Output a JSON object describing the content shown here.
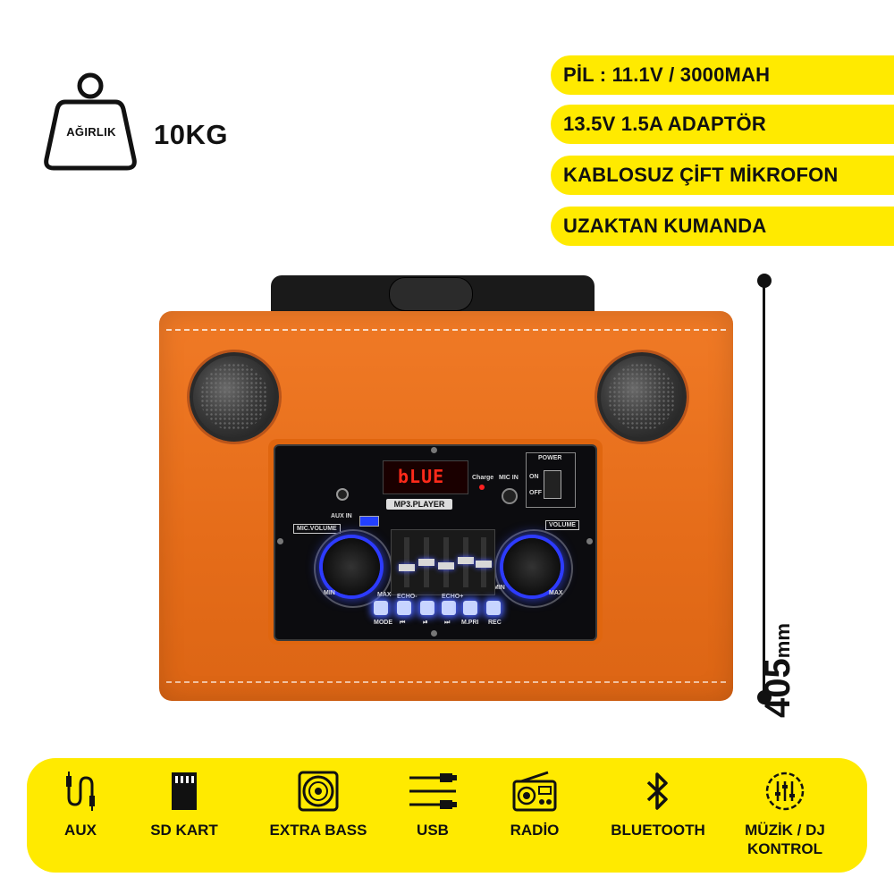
{
  "weight": {
    "label": "AĞIRLIK",
    "value": "10KG",
    "icon": "weight-icon"
  },
  "specs": [
    "PİL : 11.1V / 3000MAH",
    "13.5V 1.5A ADAPTÖR",
    "KABLOSUZ ÇİFT MİKROFON",
    "UZAKTAN KUMANDA"
  ],
  "dimension": {
    "value": "405",
    "unit": "mm"
  },
  "panel": {
    "display_text": "bLUE",
    "mp3_label": "MP3.PLAYER",
    "charge_label": "Charge",
    "mic_in_label": "MIC IN",
    "aux_in_label": "AUX IN",
    "power_label": "POWER",
    "on_label": "ON",
    "off_label": "OFF",
    "mic_volume_label": "MIC.VOLUME",
    "volume_label": "VOLUME",
    "min_label": "MIN",
    "max_label": "MAX",
    "echo_minus": "ECHO-",
    "echo_plus": "ECHO+",
    "buttons": [
      "MODE",
      "⏮",
      "⏯",
      "⏭",
      "M.PRI",
      "REC"
    ]
  },
  "features": [
    {
      "label": "AUX",
      "icon": "aux-cable-icon"
    },
    {
      "label": "SD KART",
      "icon": "sd-card-icon"
    },
    {
      "label": "EXTRA BASS",
      "icon": "speaker-bass-icon"
    },
    {
      "label": "USB",
      "icon": "usb-cable-icon"
    },
    {
      "label": "RADİO",
      "icon": "radio-icon"
    },
    {
      "label": "BLUETOOTH",
      "icon": "bluetooth-icon"
    },
    {
      "label": "MÜZİK / DJ KONTROL",
      "icon": "dj-mixer-icon"
    }
  ],
  "colors": {
    "accent": "#ffea00",
    "cabinet": "#e86f1c",
    "knob_glow": "#2d3bff",
    "display": "#ff2a1a"
  }
}
